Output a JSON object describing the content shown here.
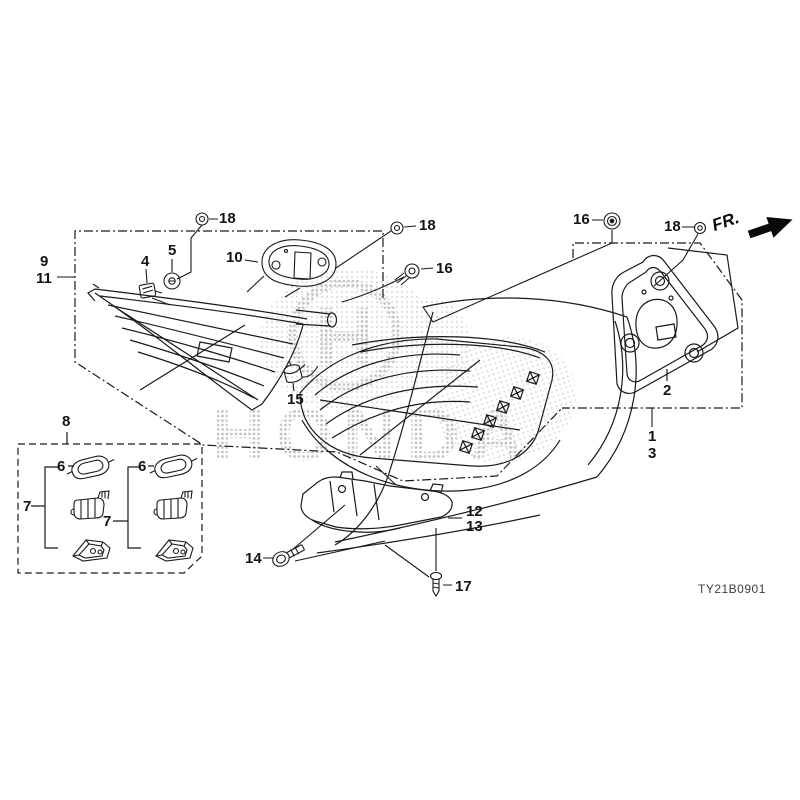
{
  "diagram": {
    "code": "TY21B0901",
    "fr_label": "FR.",
    "watermark_logo": "H",
    "watermark_text": "HONDA"
  },
  "colors": {
    "ink": "#1a1a1a",
    "halftone_gray": "#c9c9c9",
    "background": "#ffffff"
  },
  "callouts": {
    "grommet_18_left": "18",
    "grommet_18_mid": "18",
    "screw_16_mid": "16",
    "n9": "9",
    "n11": "11",
    "bulb_4": "4",
    "grommet_5": "5",
    "gasket_10": "10",
    "socket_15": "15",
    "grommet_16_right": "16",
    "grommet_18_right": "18",
    "base_gasket_2": "2",
    "n1": "1",
    "n3": "3",
    "kit_8": "8",
    "gasket_6_left": "6",
    "gasket_6_right": "6",
    "socket_7_left": "7",
    "socket_7_right": "7",
    "n12": "12",
    "n13": "13",
    "bolt_14": "14",
    "screw_17": "17"
  }
}
